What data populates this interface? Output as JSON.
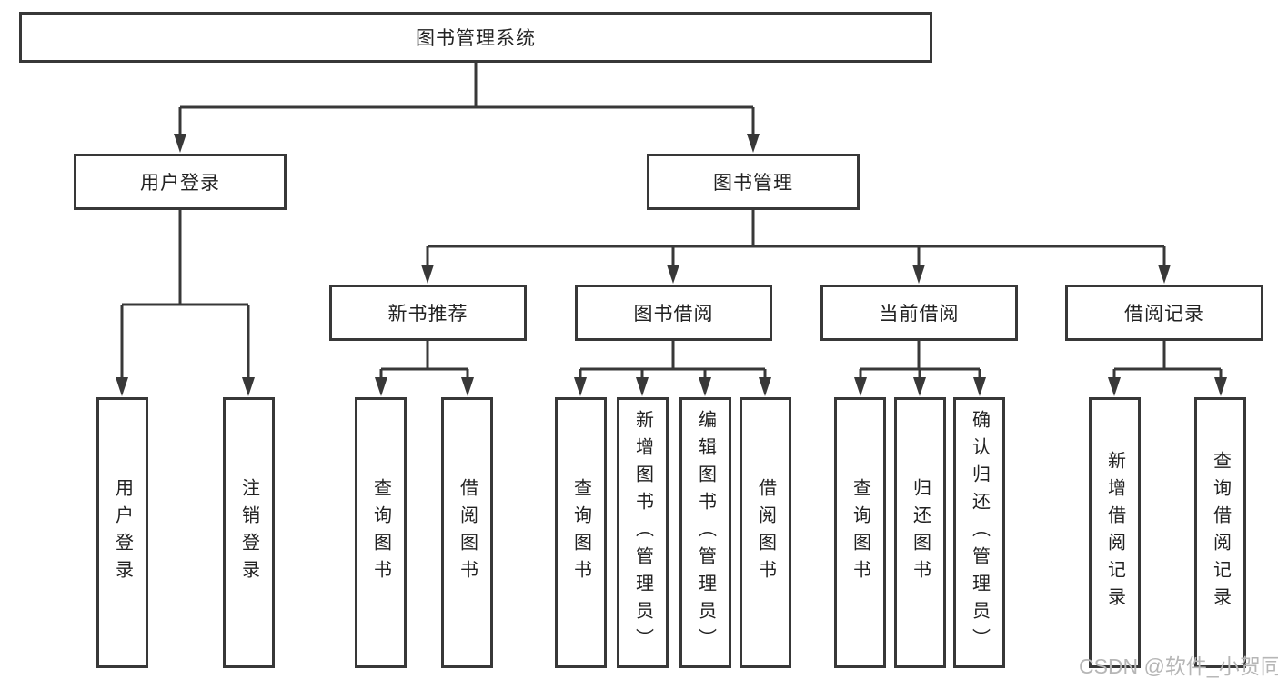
{
  "colors": {
    "line": "#383838",
    "text": "#222222",
    "background": "#ffffff",
    "watermark": "#b6b6b6"
  },
  "watermark": {
    "text": "CSDN @软件_小贺同学"
  },
  "tree": {
    "root": {
      "label": "图书管理系统"
    },
    "branches": [
      {
        "label": "用户登录",
        "children": [
          {
            "label": "用户登录"
          },
          {
            "label": "注销登录"
          }
        ]
      },
      {
        "label": "图书管理",
        "groups": [
          {
            "label": "新书推荐",
            "children": [
              {
                "label": "查询图书"
              },
              {
                "label": "借阅图书"
              }
            ]
          },
          {
            "label": "图书借阅",
            "children": [
              {
                "label": "查询图书"
              },
              {
                "label": "新增图书（管理员）"
              },
              {
                "label": "编辑图书（管理员）"
              },
              {
                "label": "借阅图书"
              }
            ]
          },
          {
            "label": "当前借阅",
            "children": [
              {
                "label": "查询图书"
              },
              {
                "label": "归还图书"
              },
              {
                "label": "确认归还（管理员）"
              }
            ]
          },
          {
            "label": "借阅记录",
            "children": [
              {
                "label": "新增借阅记录"
              },
              {
                "label": "查询借阅记录"
              }
            ]
          }
        ]
      }
    ]
  }
}
